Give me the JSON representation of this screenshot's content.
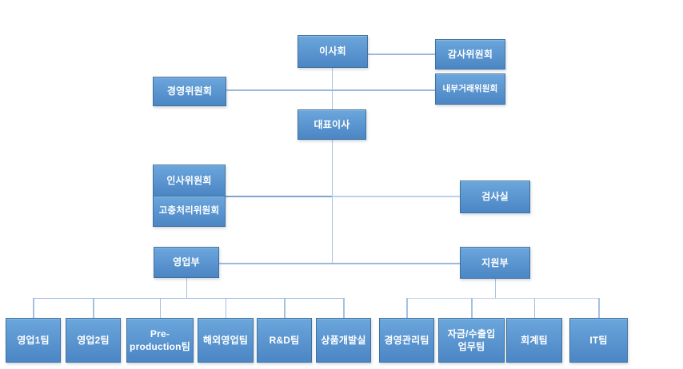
{
  "colors": {
    "background": "#FFFFFF",
    "node_fill_top": "#6BA6DC",
    "node_fill_bottom": "#4B86C5",
    "node_border": "#41719C",
    "text": "#FFFFFF",
    "connector": "#9BB9DE",
    "connector_mid": "#A6C0E0",
    "connector_dark": "#7FA4CF",
    "connector_light": "#BCD2EA"
  },
  "nodes": {
    "board": {
      "label": "이사회"
    },
    "audit": {
      "label": "감사위원회"
    },
    "internal_trade": {
      "label": "내부거래위원회"
    },
    "management": {
      "label": "경영위원회"
    },
    "ceo": {
      "label": "대표이사"
    },
    "hr": {
      "label": "인사위원회"
    },
    "grievance": {
      "label": "고충처리위원회"
    },
    "inspection": {
      "label": "검사실"
    },
    "sales_division": {
      "label": "영업부"
    },
    "support_division": {
      "label": "지원부"
    },
    "sales_team1": {
      "label": "영업1팀"
    },
    "sales_team2": {
      "label": "영업2팀"
    },
    "pre_production_team": {
      "label": "Pre-\nproduction팀"
    },
    "overseas_sales_team": {
      "label": "해외영업팀"
    },
    "rnd_team": {
      "label": "R&D팀"
    },
    "product_dev_office": {
      "label": "상품개발실"
    },
    "management_admin_team": {
      "label": "경영관리팀"
    },
    "finance_team": {
      "label": "자금/수출입\n업무팀"
    },
    "accounting_team": {
      "label": "회계팀"
    },
    "it_team": {
      "label": "IT팀"
    }
  }
}
